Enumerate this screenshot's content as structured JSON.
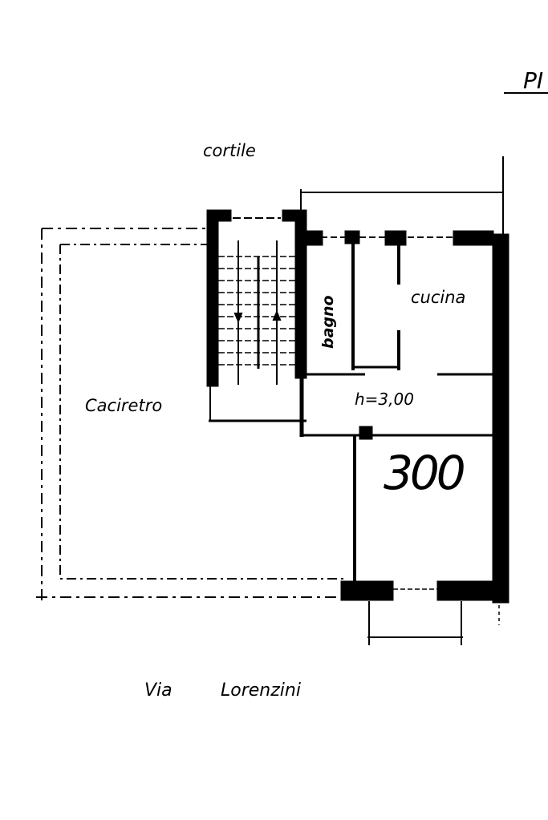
{
  "plan": {
    "title_fragment": "PI",
    "labels": {
      "courtyard": "cortile",
      "bathroom": "bagno",
      "kitchen": "cucina",
      "yard": "Caciretro",
      "height": "h=3,00",
      "handwritten_number": "300",
      "street_prefix": "Via",
      "street_name": "Lorenzini"
    },
    "colors": {
      "ink": "#000000",
      "paper": "#ffffff"
    }
  }
}
